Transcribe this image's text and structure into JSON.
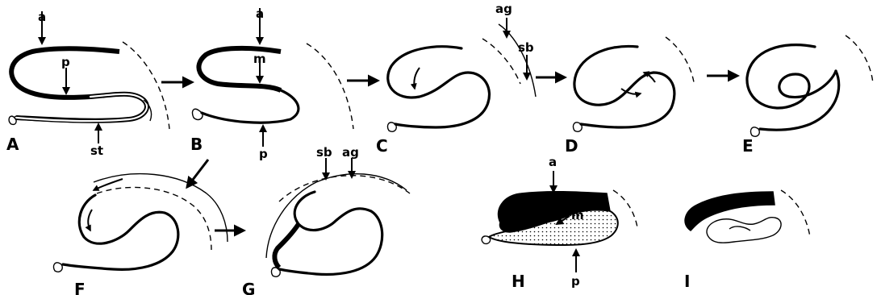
{
  "panels": {
    "A": "A",
    "B": "B",
    "C": "C",
    "D": "D",
    "E": "E",
    "F": "F",
    "G": "G",
    "H": "H",
    "I": "I"
  },
  "labels": {
    "A_a": "a",
    "A_p": "p",
    "A_st": "st",
    "B_a": "a",
    "B_m": "m",
    "B_p": "p",
    "C_ag": "ag",
    "C_sb": "sb",
    "G_sb": "sb",
    "G_ag": "ag",
    "H_a": "a",
    "H_m": "m",
    "H_p": "p"
  }
}
